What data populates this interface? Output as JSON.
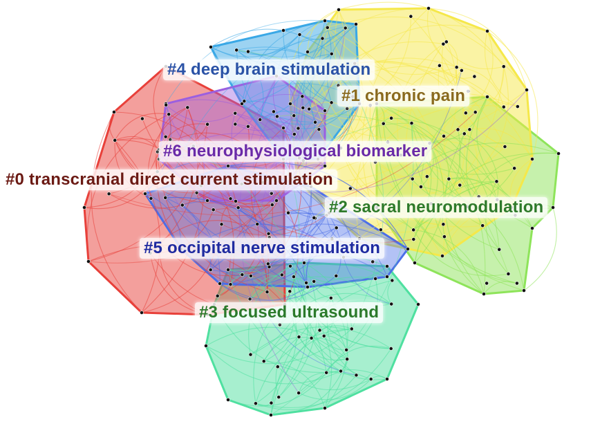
{
  "clusters": [
    {
      "id": "c0",
      "label": "#0 transcranial direct current stimulation",
      "color": "#e8403a",
      "text_color": "#6b1a14"
    },
    {
      "id": "c1",
      "label": "#1 chronic pain",
      "color": "#f5e84a",
      "text_color": "#8a6a1e"
    },
    {
      "id": "c2",
      "label": "#2 sacral neuromodulation",
      "color": "#8ee45a",
      "text_color": "#2e7a2a"
    },
    {
      "id": "c3",
      "label": "#3 focused ultrasound",
      "color": "#4fe0a0",
      "text_color": "#2b7a2b"
    },
    {
      "id": "c4",
      "label": "#4 deep brain stimulation",
      "color": "#3aa8e6",
      "text_color": "#2a52a6"
    },
    {
      "id": "c5",
      "label": "#5 occipital nerve stimulation",
      "color": "#4b6ee8",
      "text_color": "#1e2aa0"
    },
    {
      "id": "c6",
      "label": "#6 neurophysiological biomarker",
      "color": "#9b5fe0",
      "text_color": "#6a2aa8"
    }
  ]
}
